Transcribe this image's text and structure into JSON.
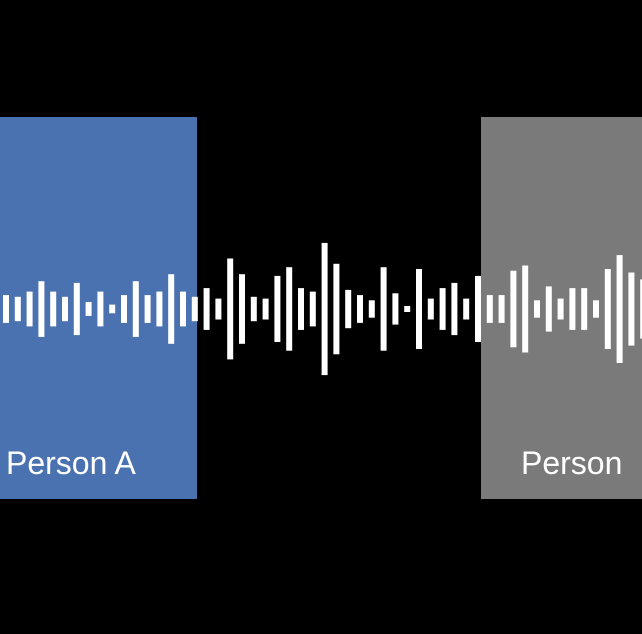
{
  "colors": {
    "background": "#000000",
    "person_a": "#4a72b0",
    "person_b": "#7a7a7a",
    "waveform": "#ffffff",
    "label_text": "#ffffff"
  },
  "speakers": [
    {
      "label": "Person A"
    },
    {
      "label": "Person"
    }
  ],
  "waveform": {
    "levels": [
      0.16,
      0.14,
      0.2,
      0.32,
      0.2,
      0.14,
      0.3,
      0.08,
      0.2,
      0.05,
      0.16,
      0.32,
      0.16,
      0.2,
      0.4,
      0.2,
      0.14,
      0.24,
      0.12,
      0.58,
      0.4,
      0.14,
      0.12,
      0.38,
      0.48,
      0.24,
      0.2,
      0.76,
      0.52,
      0.22,
      0.16,
      0.1,
      0.48,
      0.18,
      0.02,
      0.46,
      0.12,
      0.24,
      0.3,
      0.12,
      0.38,
      0.16,
      0.16,
      0.44,
      0.5,
      0.1,
      0.26,
      0.12,
      0.24,
      0.24,
      0.1,
      0.46,
      0.62,
      0.42,
      0.34
    ]
  }
}
